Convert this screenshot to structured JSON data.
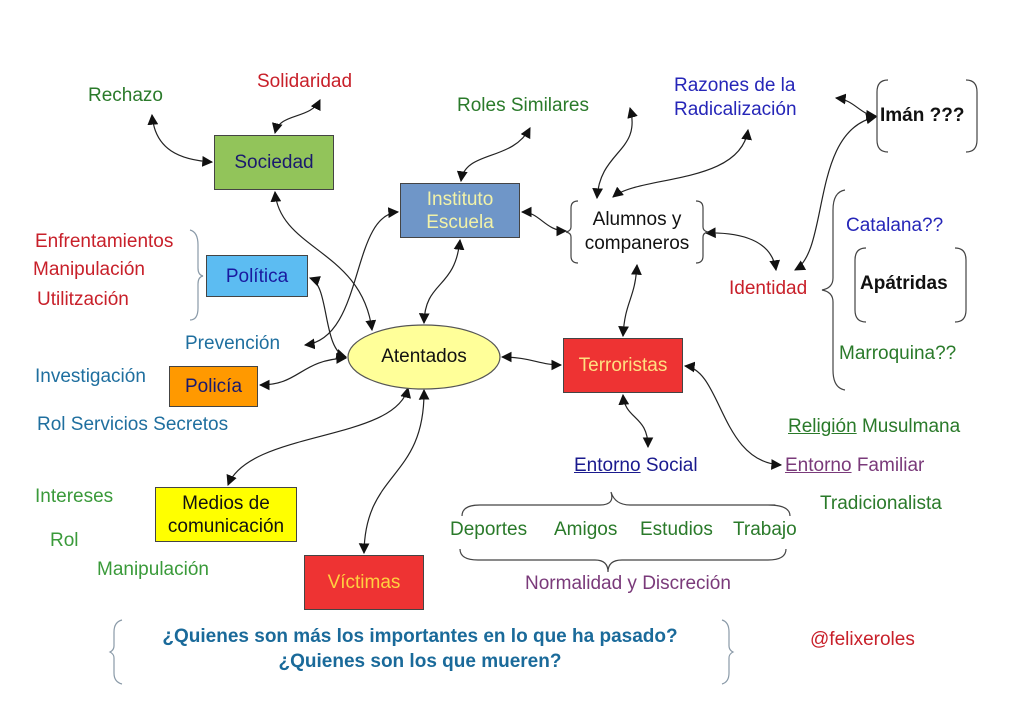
{
  "nodes": {
    "sociedad": "Sociedad",
    "instituto": [
      "Instituto",
      "Escuela"
    ],
    "politica": "Política",
    "policia": "Policía",
    "atentados": "Atentados",
    "terroristas": "Terroristas",
    "medios": [
      "Medios de",
      "comunicación"
    ],
    "victimas": "Víctimas",
    "alumnos": [
      "Alumnos y",
      "companeros"
    ],
    "identidad": "Identidad"
  },
  "labels": {
    "rechazo": "Rechazo",
    "solidaridad": "Solidaridad",
    "roles_similares": "Roles Similares",
    "razones": [
      "Razones de la",
      "Radicalización"
    ],
    "iman": "Imán ???",
    "catalana": "Catalana??",
    "apatridas": "Apátridas",
    "marroquina": "Marroquina??",
    "politica_items": [
      "Enfrentamientos",
      "Manipulación",
      "Utilitzación"
    ],
    "prevencion": "Prevención",
    "investigacion": "Investigación",
    "rol_servicios": "Rol Servicios Secretos",
    "religion": "Religión",
    "musulmana": "Musulmana",
    "entorno_social": [
      "Entorno",
      "Social"
    ],
    "entorno_familiar": [
      "Entorno",
      "Familiar"
    ],
    "tradicionalista": "Tradicionalista",
    "medios_items": [
      "Intereses",
      "Rol",
      "Manipulación"
    ],
    "social_items": [
      "Deportes",
      "Amigos",
      "Estudios",
      "Trabajo"
    ],
    "normalidad": "Normalidad y Discreción"
  },
  "questions": [
    "¿Quienes son más los importantes en lo que ha pasado?",
    "¿Quienes son los que mueren?"
  ],
  "author": "@felixeroles",
  "colors": {
    "sociedad": "#92c45a",
    "instituto": "#6f96c8",
    "politica": "#5cbcf2",
    "policia": "#ff9900",
    "atentados": "#ffff99",
    "terroristas": "#ee3333",
    "medios": "#ffff00",
    "victimas": "#ee3333"
  }
}
